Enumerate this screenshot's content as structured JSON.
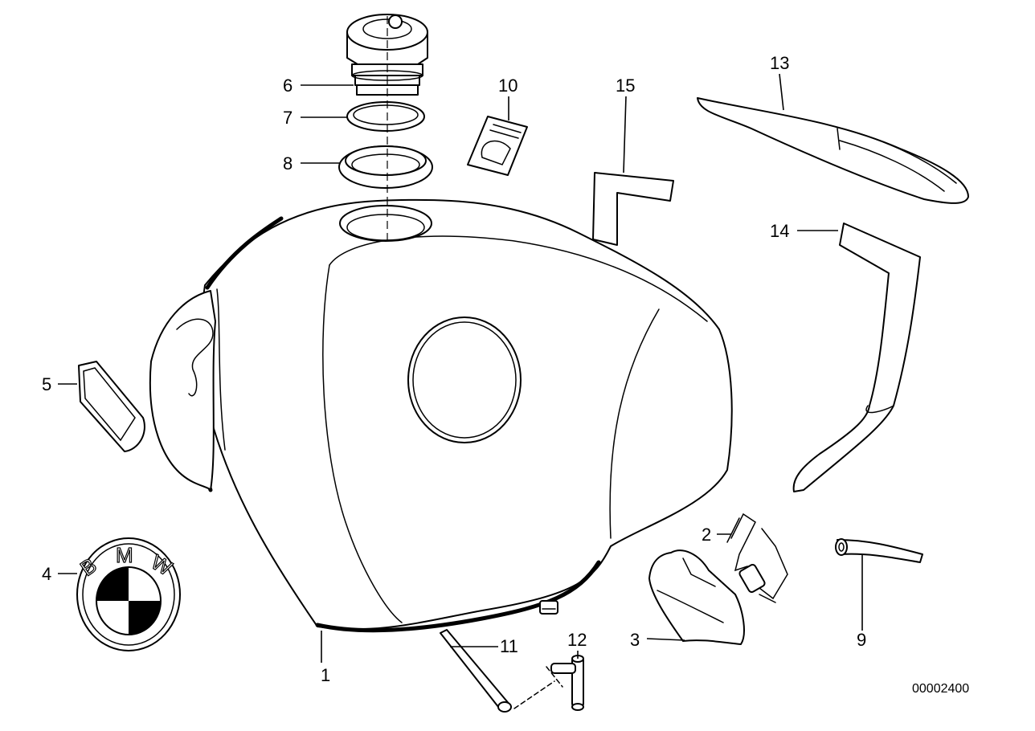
{
  "diagram": {
    "reference_number": "00002400",
    "emblem_text": [
      "B",
      "M",
      "W"
    ],
    "callouts": [
      {
        "id": "c1",
        "label": "1"
      },
      {
        "id": "c2",
        "label": "2"
      },
      {
        "id": "c3",
        "label": "3"
      },
      {
        "id": "c4",
        "label": "4"
      },
      {
        "id": "c5",
        "label": "5"
      },
      {
        "id": "c6",
        "label": "6"
      },
      {
        "id": "c7",
        "label": "7"
      },
      {
        "id": "c8",
        "label": "8"
      },
      {
        "id": "c9",
        "label": "9"
      },
      {
        "id": "c10",
        "label": "10"
      },
      {
        "id": "c11",
        "label": "11"
      },
      {
        "id": "c12",
        "label": "12"
      },
      {
        "id": "c13",
        "label": "13"
      },
      {
        "id": "c14",
        "label": "14"
      },
      {
        "id": "c15",
        "label": "15"
      }
    ]
  }
}
